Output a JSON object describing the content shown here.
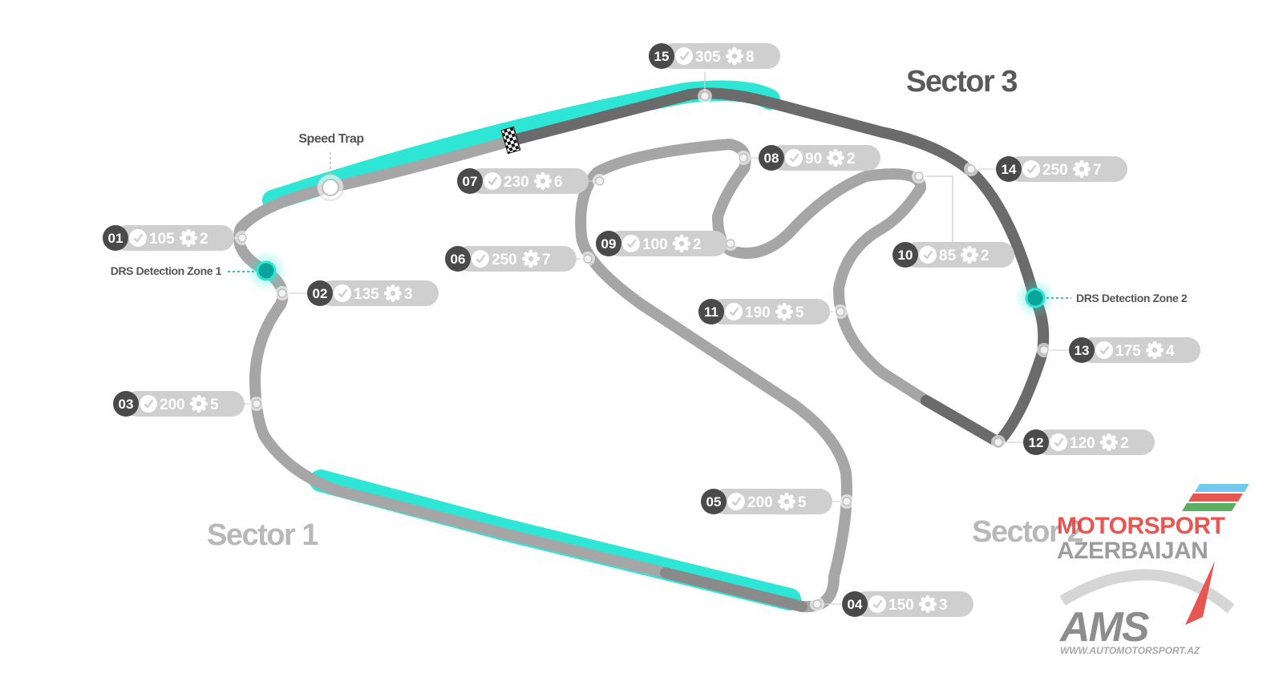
{
  "colors": {
    "track_light": "#a6a6a6",
    "track_dark": "#6b6b6b",
    "drs_zone": "#2ee6d6",
    "pill_bg": "#cfcfcf",
    "badge_bg": "#4a4a4a",
    "sector_text": "#b8b8b8",
    "sector3_text": "#5a5a5a"
  },
  "sectors": {
    "s1": "Sector 1",
    "s2": "Sector 2",
    "s3": "Sector 3"
  },
  "labels": {
    "speed_trap": "Speed Trap",
    "drs1": "DRS Detection Zone 1",
    "drs2": "DRS Detection Zone 2"
  },
  "icons": {
    "speed": "speedometer-icon",
    "gear": "gear-icon",
    "finish": "checkered-flag-icon"
  },
  "turns": [
    {
      "num": "01",
      "speed": "105",
      "gear": "2"
    },
    {
      "num": "02",
      "speed": "135",
      "gear": "3"
    },
    {
      "num": "03",
      "speed": "200",
      "gear": "5"
    },
    {
      "num": "04",
      "speed": "150",
      "gear": "3"
    },
    {
      "num": "05",
      "speed": "200",
      "gear": "5"
    },
    {
      "num": "06",
      "speed": "250",
      "gear": "7"
    },
    {
      "num": "07",
      "speed": "230",
      "gear": "6"
    },
    {
      "num": "08",
      "speed": "90",
      "gear": "2"
    },
    {
      "num": "09",
      "speed": "100",
      "gear": "2"
    },
    {
      "num": "10",
      "speed": "85",
      "gear": "2"
    },
    {
      "num": "11",
      "speed": "190",
      "gear": "5"
    },
    {
      "num": "12",
      "speed": "120",
      "gear": "2"
    },
    {
      "num": "13",
      "speed": "175",
      "gear": "4"
    },
    {
      "num": "14",
      "speed": "250",
      "gear": "7"
    },
    {
      "num": "15",
      "speed": "305",
      "gear": "8"
    }
  ],
  "watermark": {
    "line1": "MOTORSPORT",
    "line2": "AZERBAIJAN",
    "mark": "AMS",
    "url": "WWW.AUTOMOTORSPORT.AZ"
  }
}
